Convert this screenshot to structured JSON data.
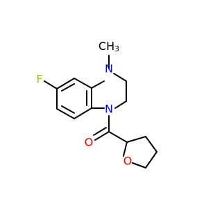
{
  "molecule": {
    "atoms": {
      "fluorine": {
        "label": "F",
        "color": "#99c400"
      },
      "nitrogen_top": {
        "label": "N",
        "color": "#0000ff"
      },
      "methyl": {
        "label": "CH",
        "sub": "3",
        "color": "#000000"
      },
      "nitrogen_bottom": {
        "label": "N",
        "color": "#0000ff"
      },
      "carbonyl_oxygen": {
        "label": "O",
        "color": "#ff0000"
      },
      "ring_oxygen": {
        "label": "O",
        "color": "#ff0000"
      }
    },
    "bond_color": "#000000"
  }
}
